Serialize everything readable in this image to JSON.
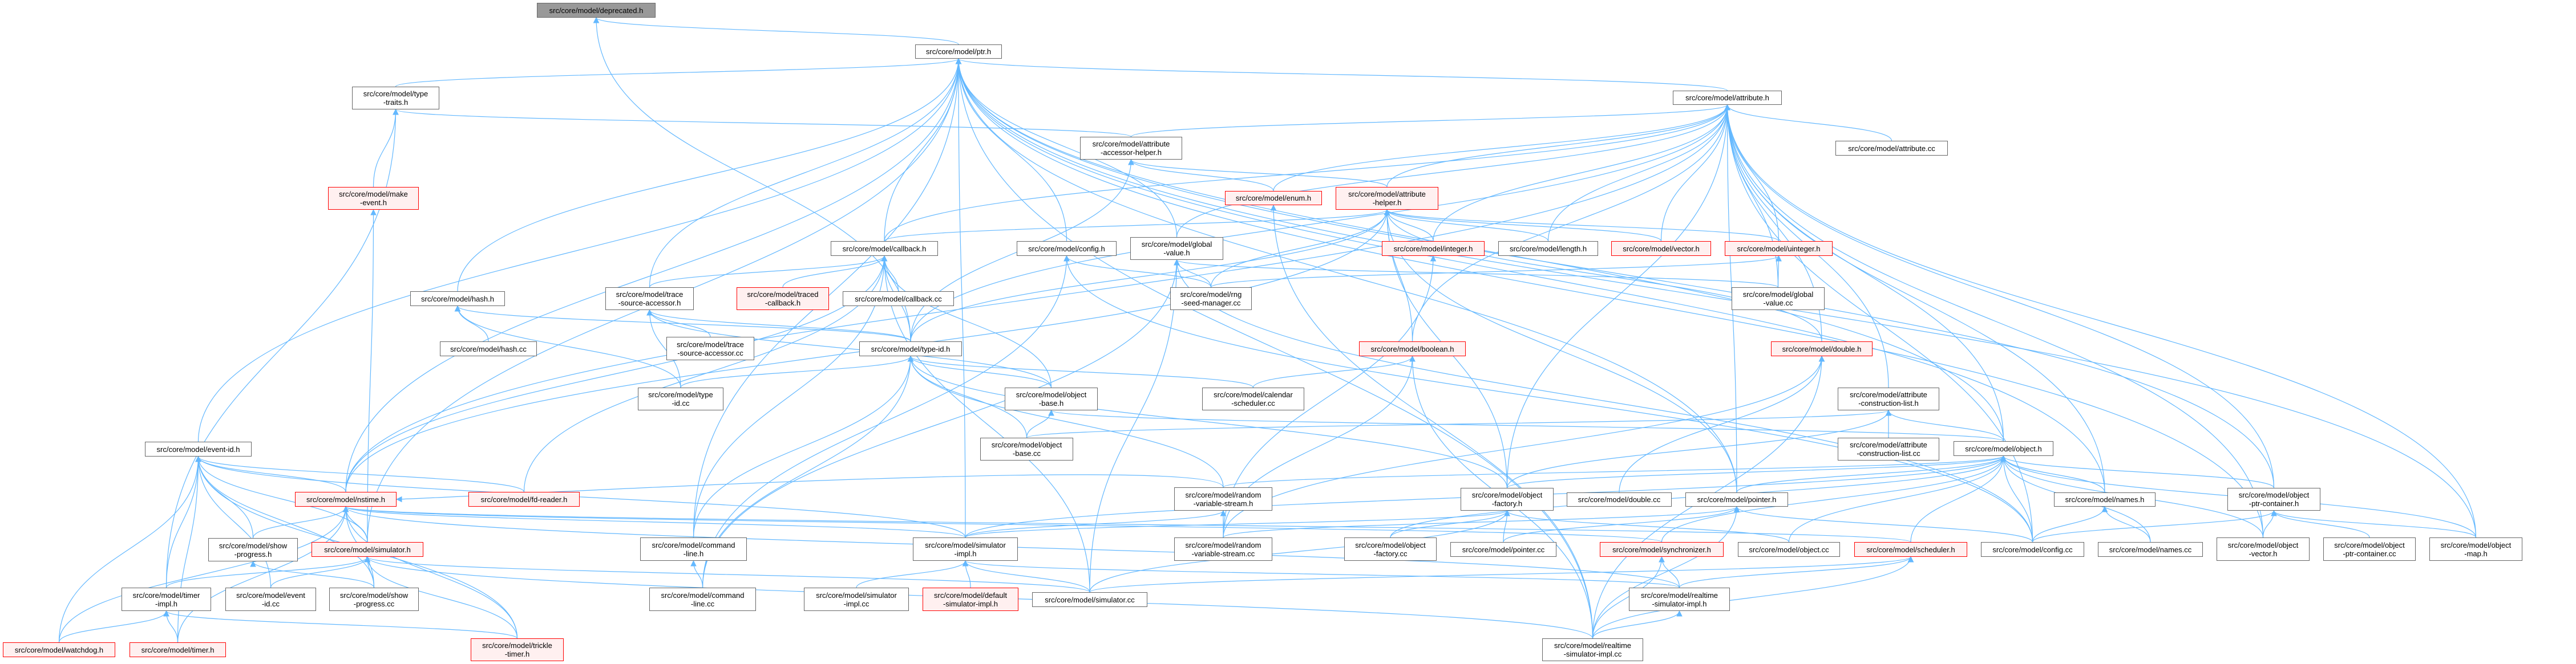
{
  "colors": {
    "edge": "#63b8ff",
    "root_fill": "#999999",
    "truncated_border": "#ff0000",
    "truncated_fill": "#fff0f0",
    "node_border": "#666666"
  },
  "nodes": [
    {
      "id": "deprecated",
      "lines": [
        "src/core/model/deprecated.h"
      ],
      "kind": "root"
    },
    {
      "id": "ptr",
      "lines": [
        "src/core/model/ptr.h"
      ]
    },
    {
      "id": "type_traits",
      "lines": [
        "src/core/model/type",
        "-traits.h"
      ]
    },
    {
      "id": "make_event",
      "lines": [
        "src/core/model/make",
        "-event.h"
      ],
      "kind": "more"
    },
    {
      "id": "hash_h",
      "lines": [
        "src/core/model/hash.h"
      ]
    },
    {
      "id": "hash_cc",
      "lines": [
        "src/core/model/hash.cc"
      ]
    },
    {
      "id": "event_id_h",
      "lines": [
        "src/core/model/event-id.h"
      ]
    },
    {
      "id": "nstime",
      "lines": [
        "src/core/model/nstime.h"
      ],
      "kind": "more"
    },
    {
      "id": "fd_reader",
      "lines": [
        "src/core/model/fd-reader.h"
      ],
      "kind": "more"
    },
    {
      "id": "show_progress_h",
      "lines": [
        "src/core/model/show",
        "-progress.h"
      ]
    },
    {
      "id": "simulator_h",
      "lines": [
        "src/core/model/simulator.h"
      ],
      "kind": "more"
    },
    {
      "id": "timer_impl",
      "lines": [
        "src/core/model/timer",
        "-impl.h"
      ]
    },
    {
      "id": "event_id_cc",
      "lines": [
        "src/core/model/event",
        "-id.cc"
      ]
    },
    {
      "id": "show_progress_cc",
      "lines": [
        "src/core/model/show",
        "-progress.cc"
      ]
    },
    {
      "id": "watchdog",
      "lines": [
        "src/core/model/watchdog.h"
      ],
      "kind": "more"
    },
    {
      "id": "timer_h",
      "lines": [
        "src/core/model/timer.h"
      ],
      "kind": "more"
    },
    {
      "id": "trickle",
      "lines": [
        "src/core/model/trickle",
        "-timer.h"
      ],
      "kind": "more"
    },
    {
      "id": "attr_acc_helper",
      "lines": [
        "src/core/model/attribute",
        "-accessor-helper.h"
      ]
    },
    {
      "id": "callback_h",
      "lines": [
        "src/core/model/callback.h"
      ]
    },
    {
      "id": "config_h",
      "lines": [
        "src/core/model/config.h"
      ]
    },
    {
      "id": "global_value_h",
      "lines": [
        "src/core/model/global",
        "-value.h"
      ]
    },
    {
      "id": "tsa_h",
      "lines": [
        "src/core/model/trace",
        "-source-accessor.h"
      ]
    },
    {
      "id": "traced_cb",
      "lines": [
        "src/core/model/traced",
        "-callback.h"
      ],
      "kind": "more"
    },
    {
      "id": "callback_cc",
      "lines": [
        "src/core/model/callback.cc"
      ]
    },
    {
      "id": "rng_seed",
      "lines": [
        "src/core/model/rng",
        "-seed-manager.cc"
      ]
    },
    {
      "id": "tsa_cc",
      "lines": [
        "src/core/model/trace",
        "-source-accessor.cc"
      ]
    },
    {
      "id": "type_id_h",
      "lines": [
        "src/core/model/type-id.h"
      ]
    },
    {
      "id": "type_id_cc",
      "lines": [
        "src/core/model/type",
        "-id.cc"
      ]
    },
    {
      "id": "object_base_h",
      "lines": [
        "src/core/model/object",
        "-base.h"
      ]
    },
    {
      "id": "object_base_cc",
      "lines": [
        "src/core/model/object",
        "-base.cc"
      ]
    },
    {
      "id": "calendar",
      "lines": [
        "src/core/model/calendar",
        "-scheduler.cc"
      ]
    },
    {
      "id": "rvs_h",
      "lines": [
        "src/core/model/random",
        "-variable-stream.h"
      ]
    },
    {
      "id": "command_line_h",
      "lines": [
        "src/core/model/command",
        "-line.h"
      ]
    },
    {
      "id": "sim_impl_h",
      "lines": [
        "src/core/model/simulator",
        "-impl.h"
      ]
    },
    {
      "id": "rvs_cc",
      "lines": [
        "src/core/model/random",
        "-variable-stream.cc"
      ]
    },
    {
      "id": "command_line_cc",
      "lines": [
        "src/core/model/command",
        "-line.cc"
      ]
    },
    {
      "id": "sim_impl_cc",
      "lines": [
        "src/core/model/simulator",
        "-impl.cc"
      ]
    },
    {
      "id": "default_sim",
      "lines": [
        "src/core/model/default",
        "-simulator-impl.h"
      ],
      "kind": "more"
    },
    {
      "id": "simulator_cc",
      "lines": [
        "src/core/model/simulator.cc"
      ]
    },
    {
      "id": "attribute_h",
      "lines": [
        "src/core/model/attribute.h"
      ]
    },
    {
      "id": "enum_h",
      "lines": [
        "src/core/model/enum.h"
      ],
      "kind": "more"
    },
    {
      "id": "attr_helper",
      "lines": [
        "src/core/model/attribute",
        "-helper.h"
      ],
      "kind": "more"
    },
    {
      "id": "integer_h",
      "lines": [
        "src/core/model/integer.h"
      ],
      "kind": "more"
    },
    {
      "id": "length_h",
      "lines": [
        "src/core/model/length.h"
      ]
    },
    {
      "id": "vector_h",
      "lines": [
        "src/core/model/vector.h"
      ],
      "kind": "more"
    },
    {
      "id": "uinteger_h",
      "lines": [
        "src/core/model/uinteger.h"
      ],
      "kind": "more"
    },
    {
      "id": "global_value_cc",
      "lines": [
        "src/core/model/global",
        "-value.cc"
      ]
    },
    {
      "id": "attribute_cc",
      "lines": [
        "src/core/model/attribute.cc"
      ]
    },
    {
      "id": "boolean_h",
      "lines": [
        "src/core/model/boolean.h"
      ],
      "kind": "more"
    },
    {
      "id": "double_h",
      "lines": [
        "src/core/model/double.h"
      ],
      "kind": "more"
    },
    {
      "id": "acl_h",
      "lines": [
        "src/core/model/attribute",
        "-construction-list.h"
      ]
    },
    {
      "id": "acl_cc",
      "lines": [
        "src/core/model/attribute",
        "-construction-list.cc"
      ]
    },
    {
      "id": "object_factory_h",
      "lines": [
        "src/core/model/object",
        "-factory.h"
      ]
    },
    {
      "id": "double_cc",
      "lines": [
        "src/core/model/double.cc"
      ]
    },
    {
      "id": "pointer_h",
      "lines": [
        "src/core/model/pointer.h"
      ]
    },
    {
      "id": "object_factory_cc",
      "lines": [
        "src/core/model/object",
        "-factory.cc"
      ]
    },
    {
      "id": "pointer_cc",
      "lines": [
        "src/core/model/pointer.cc"
      ]
    },
    {
      "id": "synchronizer",
      "lines": [
        "src/core/model/synchronizer.h"
      ],
      "kind": "more"
    },
    {
      "id": "object_cc",
      "lines": [
        "src/core/model/object.cc"
      ]
    },
    {
      "id": "scheduler",
      "lines": [
        "src/core/model/scheduler.h"
      ],
      "kind": "more"
    },
    {
      "id": "rt_sim_h",
      "lines": [
        "src/core/model/realtime",
        "-simulator-impl.h"
      ]
    },
    {
      "id": "rt_sim_cc",
      "lines": [
        "src/core/model/realtime",
        "-simulator-impl.cc"
      ]
    },
    {
      "id": "object_h",
      "lines": [
        "src/core/model/object.h"
      ]
    },
    {
      "id": "names_h",
      "lines": [
        "src/core/model/names.h"
      ]
    },
    {
      "id": "opc_h",
      "lines": [
        "src/core/model/object",
        "-ptr-container.h"
      ]
    },
    {
      "id": "config_cc",
      "lines": [
        "src/core/model/config.cc"
      ]
    },
    {
      "id": "names_cc",
      "lines": [
        "src/core/model/names.cc"
      ]
    },
    {
      "id": "object_vector",
      "lines": [
        "src/core/model/object",
        "-vector.h"
      ]
    },
    {
      "id": "opc_cc",
      "lines": [
        "src/core/model/object",
        "-ptr-container.cc"
      ]
    },
    {
      "id": "object_map",
      "lines": [
        "src/core/model/object",
        "-map.h"
      ]
    }
  ],
  "edges": [
    [
      "ptr",
      "deprecated"
    ],
    [
      "type_id_h",
      "deprecated"
    ],
    [
      "type_traits",
      "ptr"
    ],
    [
      "event_id_h",
      "ptr"
    ],
    [
      "hash_h",
      "ptr"
    ],
    [
      "callback_h",
      "ptr"
    ],
    [
      "config_h",
      "ptr"
    ],
    [
      "global_value_h",
      "ptr"
    ],
    [
      "attribute_h",
      "ptr"
    ],
    [
      "tsa_h",
      "ptr"
    ],
    [
      "simulator_h",
      "ptr"
    ],
    [
      "object_h",
      "ptr"
    ],
    [
      "opc_h",
      "ptr"
    ],
    [
      "object_vector",
      "ptr"
    ],
    [
      "object_map",
      "ptr"
    ],
    [
      "names_h",
      "ptr"
    ],
    [
      "pointer_h",
      "ptr"
    ],
    [
      "rt_sim_cc",
      "ptr"
    ],
    [
      "command_line_h",
      "ptr"
    ],
    [
      "sim_impl_h",
      "ptr"
    ],
    [
      "nstime",
      "ptr"
    ],
    [
      "make_event",
      "type_traits"
    ],
    [
      "timer_impl",
      "type_traits"
    ],
    [
      "attr_acc_helper",
      "type_traits"
    ],
    [
      "simulator_h",
      "make_event"
    ],
    [
      "hash_cc",
      "hash_h"
    ],
    [
      "type_id_h",
      "hash_h"
    ],
    [
      "type_id_cc",
      "hash_h"
    ],
    [
      "nstime",
      "event_id_h"
    ],
    [
      "fd_reader",
      "event_id_h"
    ],
    [
      "simulator_h",
      "event_id_h"
    ],
    [
      "show_progress_h",
      "event_id_h"
    ],
    [
      "event_id_cc",
      "event_id_h"
    ],
    [
      "show_progress_cc",
      "event_id_h"
    ],
    [
      "watchdog",
      "event_id_h"
    ],
    [
      "timer_h",
      "event_id_h"
    ],
    [
      "trickle",
      "event_id_h"
    ],
    [
      "sim_impl_h",
      "event_id_h"
    ],
    [
      "timer_impl",
      "event_id_h"
    ],
    [
      "simulator_h",
      "nstime"
    ],
    [
      "show_progress_h",
      "nstime"
    ],
    [
      "watchdog",
      "nstime"
    ],
    [
      "timer_h",
      "nstime"
    ],
    [
      "trickle",
      "nstime"
    ],
    [
      "show_progress_cc",
      "nstime"
    ],
    [
      "sim_impl_h",
      "nstime"
    ],
    [
      "rt_sim_h",
      "nstime"
    ],
    [
      "synchronizer",
      "nstime"
    ],
    [
      "scheduler",
      "nstime"
    ],
    [
      "rvs_h",
      "nstime"
    ],
    [
      "timer_impl",
      "simulator_h"
    ],
    [
      "event_id_cc",
      "simulator_h"
    ],
    [
      "show_progress_cc",
      "simulator_h"
    ],
    [
      "simulator_cc",
      "simulator_h"
    ],
    [
      "rt_sim_cc",
      "simulator_h"
    ],
    [
      "trickle",
      "simulator_h"
    ],
    [
      "show_progress_cc",
      "show_progress_h"
    ],
    [
      "watchdog",
      "timer_impl"
    ],
    [
      "timer_h",
      "timer_impl"
    ],
    [
      "trickle",
      "timer_impl"
    ],
    [
      "tsa_h",
      "callback_h"
    ],
    [
      "traced_cb",
      "callback_h"
    ],
    [
      "callback_cc",
      "callback_h"
    ],
    [
      "type_id_h",
      "callback_h"
    ],
    [
      "object_base_h",
      "callback_h"
    ],
    [
      "command_line_h",
      "callback_h"
    ],
    [
      "fd_reader",
      "callback_h"
    ],
    [
      "nstime",
      "callback_h"
    ],
    [
      "simulator_cc",
      "callback_h"
    ],
    [
      "config_cc",
      "config_h"
    ],
    [
      "rng_seed",
      "config_h"
    ],
    [
      "command_line_cc",
      "config_h"
    ],
    [
      "rng_seed",
      "global_value_h"
    ],
    [
      "global_value_cc",
      "global_value_h"
    ],
    [
      "command_line_cc",
      "global_value_h"
    ],
    [
      "simulator_cc",
      "global_value_h"
    ],
    [
      "config_cc",
      "global_value_h"
    ],
    [
      "tsa_cc",
      "tsa_h"
    ],
    [
      "type_id_h",
      "tsa_h"
    ],
    [
      "type_id_cc",
      "tsa_h"
    ],
    [
      "object_base_h",
      "tsa_h"
    ],
    [
      "type_id_cc",
      "type_id_h"
    ],
    [
      "object_base_h",
      "type_id_h"
    ],
    [
      "calendar",
      "type_id_h"
    ],
    [
      "object_factory_h",
      "type_id_h"
    ],
    [
      "rvs_h",
      "type_id_h"
    ],
    [
      "command_line_h",
      "type_id_h"
    ],
    [
      "command_line_cc",
      "type_id_h"
    ],
    [
      "object_base_cc",
      "type_id_h"
    ],
    [
      "object_base_cc",
      "object_base_h"
    ],
    [
      "object_h",
      "object_base_h"
    ],
    [
      "attr_helper",
      "attr_acc_helper"
    ],
    [
      "enum_h",
      "attr_acc_helper"
    ],
    [
      "type_id_h",
      "attr_acc_helper"
    ],
    [
      "attr_acc_helper",
      "attribute_h"
    ],
    [
      "attr_helper",
      "attribute_h"
    ],
    [
      "enum_h",
      "attribute_h"
    ],
    [
      "integer_h",
      "attribute_h"
    ],
    [
      "length_h",
      "attribute_h"
    ],
    [
      "vector_h",
      "attribute_h"
    ],
    [
      "uinteger_h",
      "attribute_h"
    ],
    [
      "boolean_h",
      "attribute_h"
    ],
    [
      "double_h",
      "attribute_h"
    ],
    [
      "global_value_h",
      "attribute_h"
    ],
    [
      "attribute_cc",
      "attribute_h"
    ],
    [
      "acl_h",
      "attribute_h"
    ],
    [
      "object_h",
      "attribute_h"
    ],
    [
      "type_id_h",
      "attribute_h"
    ],
    [
      "callback_h",
      "attribute_h"
    ],
    [
      "object_factory_h",
      "attribute_h"
    ],
    [
      "pointer_h",
      "attribute_h"
    ],
    [
      "opc_h",
      "attribute_h"
    ],
    [
      "object_vector",
      "attribute_h"
    ],
    [
      "object_map",
      "attribute_h"
    ],
    [
      "nstime",
      "attribute_h"
    ],
    [
      "names_h",
      "attribute_h"
    ],
    [
      "config_cc",
      "attribute_h"
    ],
    [
      "global_value_cc",
      "attribute_h"
    ],
    [
      "integer_h",
      "attr_helper"
    ],
    [
      "length_h",
      "attr_helper"
    ],
    [
      "vector_h",
      "attr_helper"
    ],
    [
      "uinteger_h",
      "attr_helper"
    ],
    [
      "boolean_h",
      "attr_helper"
    ],
    [
      "double_h",
      "attr_helper"
    ],
    [
      "callback_h",
      "attr_helper"
    ],
    [
      "nstime",
      "attr_helper"
    ],
    [
      "object_factory_h",
      "attr_helper"
    ],
    [
      "type_id_h",
      "attr_helper"
    ],
    [
      "rng_seed",
      "attr_helper"
    ],
    [
      "pointer_h",
      "attr_helper"
    ],
    [
      "calendar",
      "boolean_h"
    ],
    [
      "rvs_cc",
      "boolean_h"
    ],
    [
      "rt_sim_cc",
      "boolean_h"
    ],
    [
      "rvs_cc",
      "double_h"
    ],
    [
      "double_cc",
      "double_h"
    ],
    [
      "rt_sim_cc",
      "double_h"
    ],
    [
      "global_value_cc",
      "uinteger_h"
    ],
    [
      "rng_seed",
      "uinteger_h"
    ],
    [
      "rvs_cc",
      "integer_h"
    ],
    [
      "rt_sim_cc",
      "enum_h"
    ],
    [
      "acl_cc",
      "acl_h"
    ],
    [
      "object_h",
      "acl_h"
    ],
    [
      "object_base_cc",
      "acl_h"
    ],
    [
      "object_factory_h",
      "acl_h"
    ],
    [
      "object_cc",
      "object_h"
    ],
    [
      "names_h",
      "object_h"
    ],
    [
      "config_cc",
      "object_h"
    ],
    [
      "names_cc",
      "object_h"
    ],
    [
      "opc_h",
      "object_h"
    ],
    [
      "object_vector",
      "object_h"
    ],
    [
      "object_map",
      "object_h"
    ],
    [
      "scheduler",
      "object_h"
    ],
    [
      "synchronizer",
      "object_h"
    ],
    [
      "sim_impl_h",
      "object_h"
    ],
    [
      "rvs_h",
      "object_h"
    ],
    [
      "object_factory_h",
      "object_h"
    ],
    [
      "pointer_h",
      "object_h"
    ],
    [
      "object_factory_cc",
      "object_h"
    ],
    [
      "object_factory_cc",
      "object_factory_h"
    ],
    [
      "pointer_cc",
      "object_factory_h"
    ],
    [
      "simulator_cc",
      "object_factory_h"
    ],
    [
      "object_cc",
      "object_factory_h"
    ],
    [
      "sim_impl_h",
      "object_factory_h"
    ],
    [
      "pointer_cc",
      "pointer_h"
    ],
    [
      "config_cc",
      "pointer_h"
    ],
    [
      "rt_sim_cc",
      "pointer_h"
    ],
    [
      "rvs_cc",
      "pointer_h"
    ],
    [
      "rvs_cc",
      "rvs_h"
    ],
    [
      "sim_impl_h",
      "rvs_h"
    ],
    [
      "config_cc",
      "names_h"
    ],
    [
      "names_cc",
      "names_h"
    ],
    [
      "object_vector",
      "opc_h"
    ],
    [
      "opc_cc",
      "opc_h"
    ],
    [
      "object_map",
      "opc_h"
    ],
    [
      "config_cc",
      "opc_h"
    ],
    [
      "sim_impl_cc",
      "sim_impl_h"
    ],
    [
      "default_sim",
      "sim_impl_h"
    ],
    [
      "simulator_cc",
      "sim_impl_h"
    ],
    [
      "rt_sim_h",
      "sim_impl_h"
    ],
    [
      "rt_sim_h",
      "synchronizer"
    ],
    [
      "rt_sim_cc",
      "synchronizer"
    ],
    [
      "simulator_cc",
      "scheduler"
    ],
    [
      "rt_sim_h",
      "scheduler"
    ],
    [
      "rt_sim_cc",
      "scheduler"
    ],
    [
      "rt_sim_cc",
      "rt_sim_h"
    ],
    [
      "command_line_cc",
      "command_line_h"
    ]
  ]
}
